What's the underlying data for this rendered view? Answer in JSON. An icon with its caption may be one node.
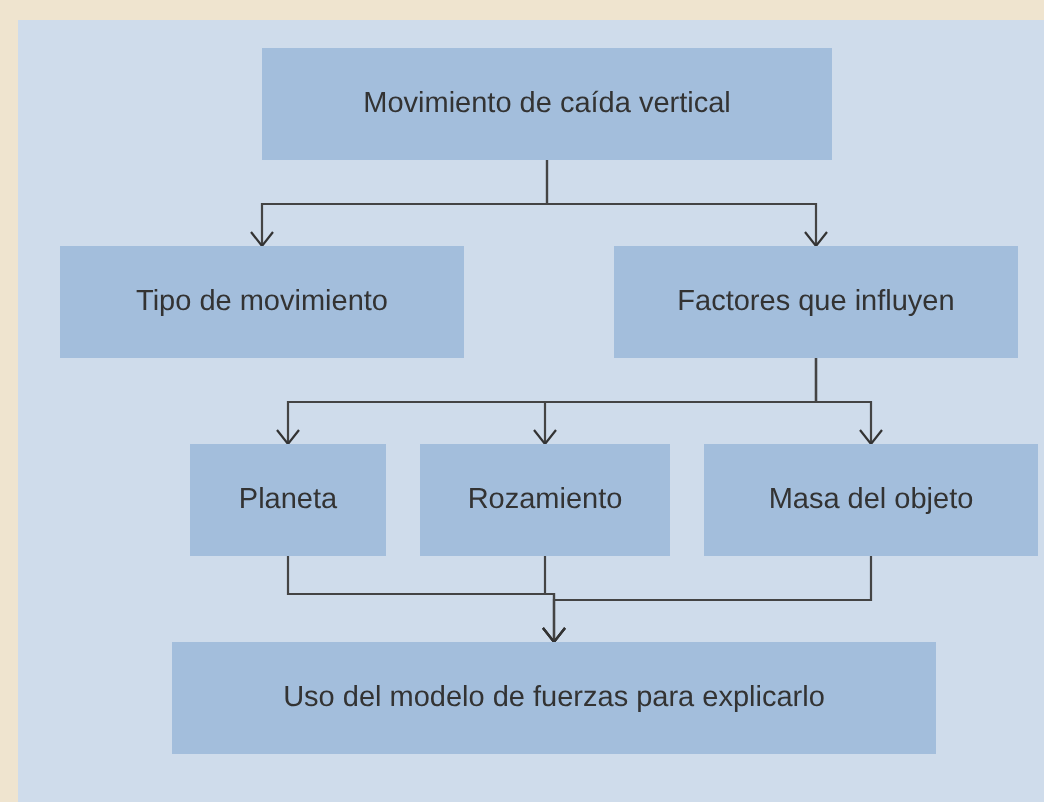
{
  "diagram": {
    "nodes": [
      {
        "text": [
          "Movimiento de caída vertical"
        ]
      },
      {
        "text": [
          "Tipo de movimiento"
        ]
      },
      {
        "text": [
          "Factores que influyen"
        ]
      },
      {
        "text": [
          "Planeta"
        ]
      },
      {
        "text": [
          "Rozamiento"
        ]
      },
      {
        "text": [
          "Masa del objeto"
        ]
      },
      {
        "text": [
          "Uso del modelo de fuerzas para explicarlo"
        ]
      }
    ],
    "edges": [
      {
        "from": 0,
        "to": 1,
        "arrow": "to"
      },
      {
        "from": 0,
        "to": 2,
        "arrow": "to"
      },
      {
        "from": 2,
        "to": 3,
        "arrow": "to"
      },
      {
        "from": 2,
        "to": 4,
        "arrow": "to"
      },
      {
        "from": 2,
        "to": 5,
        "arrow": "to"
      },
      {
        "from": 3,
        "to": 6,
        "arrow": "to"
      },
      {
        "from": 4,
        "to": 6,
        "arrow": "to"
      },
      {
        "from": 5,
        "to": 6,
        "arrow": "to"
      }
    ]
  }
}
